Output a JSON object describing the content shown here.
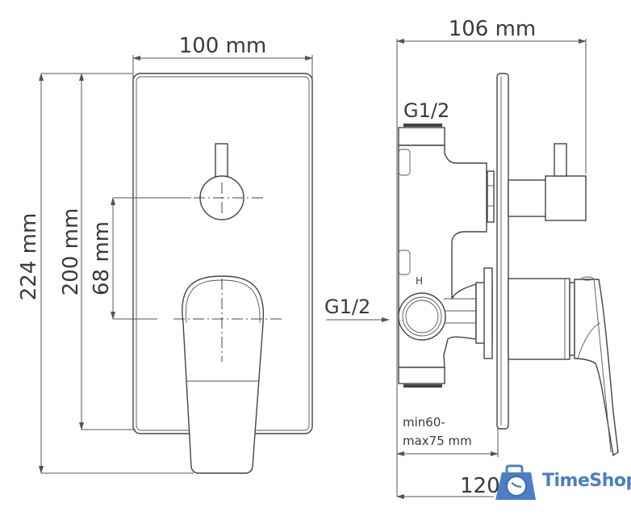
{
  "diagram": {
    "type": "technical-drawing",
    "subject": "concealed shower mixer with diverter — front and side views",
    "colors": {
      "line": "#444444",
      "text": "#3a3a3a",
      "background": "#ffffff",
      "logo": "#4a7fc4"
    },
    "front_view": {
      "width_label": "100 mm",
      "height_outer_label": "224 mm",
      "height_plate_label": "200 mm",
      "axis_distance_label": "68 mm"
    },
    "side_view": {
      "depth_label": "106 mm",
      "top_inlet_label": "G1/2",
      "side_inlet_label": "G1/2",
      "hot_mark": "H",
      "install_depth_line1": "min60-",
      "install_depth_line2": "max75 mm",
      "total_depth_label": "120"
    }
  },
  "watermark": {
    "brand": "TimeShop",
    "icon": "shopping-bag-clock-icon"
  }
}
